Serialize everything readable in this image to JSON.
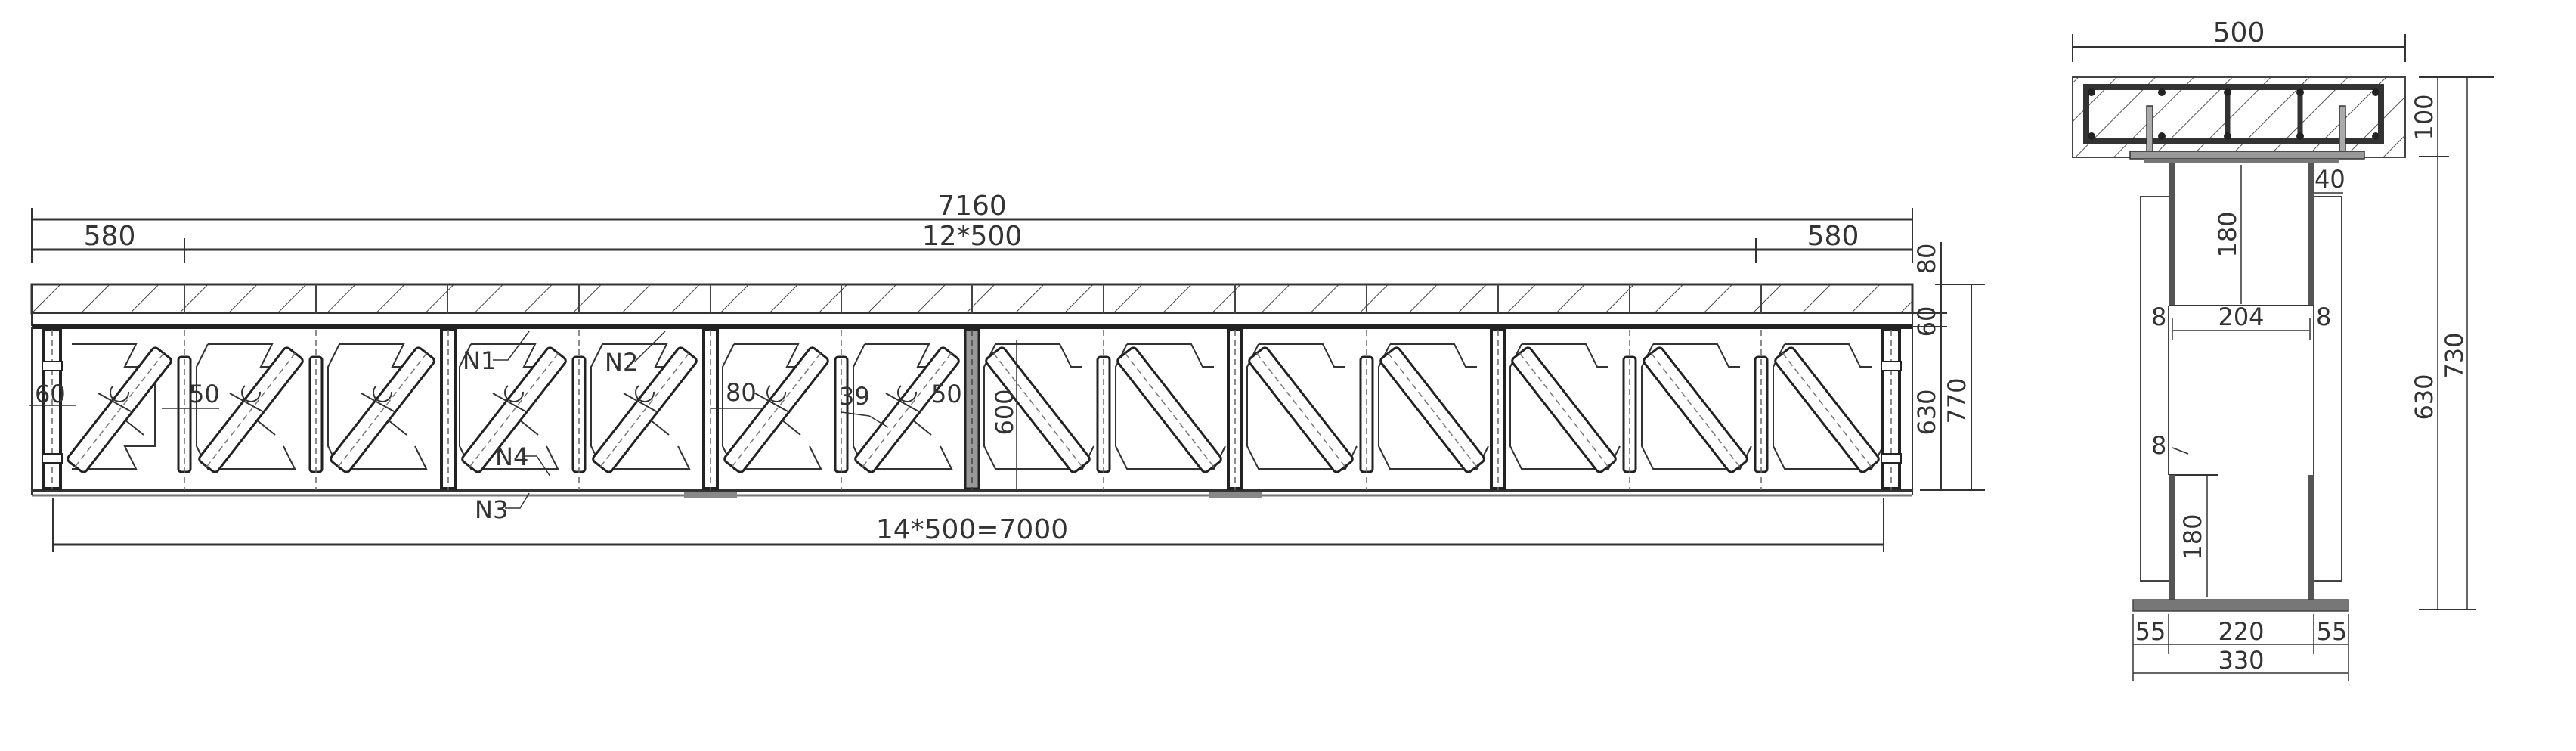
{
  "drawing": {
    "type": "structural engineering drawing",
    "views": [
      "elevation",
      "cross-section"
    ]
  },
  "elevation": {
    "overall_length_label": "7160",
    "middle_span_label": "12*500",
    "end_segment_left_label": "580",
    "end_segment_right_label": "580",
    "bottom_span_label": "14*500=7000",
    "panel_count": 14,
    "slab_thickness_label": "80",
    "gap_label": "60",
    "truss_height_label": "630",
    "total_height_label": "770",
    "member_labels": {
      "n1": "N1",
      "n2": "N2",
      "n3": "N3",
      "n4": "N4"
    },
    "local_dims": {
      "end_post_offset": "60",
      "post_offset": "50",
      "post_offset_center": "80",
      "diag_angle_offset": "39",
      "center_post_offset": "50",
      "center_height": "600"
    }
  },
  "section": {
    "slab_width_label": "500",
    "slab_depth_label": "100",
    "top_gap_label": "40",
    "upper_chord_depth_label": "180",
    "inner_width_label": "204",
    "wall_left_label": "8",
    "wall_right_label": "8",
    "web_thickness_label": "8",
    "lower_chord_depth_label": "180",
    "flange_left_label": "55",
    "flange_mid_label": "220",
    "flange_right_label": "55",
    "bottom_width_label": "330",
    "steel_height_label": "630",
    "total_height_label": "730"
  }
}
